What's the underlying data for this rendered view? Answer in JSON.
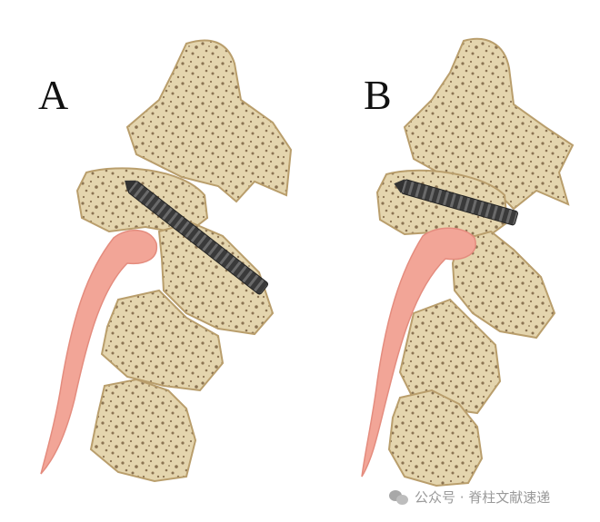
{
  "panels": [
    {
      "label": "A"
    },
    {
      "label": "B"
    }
  ],
  "watermark": {
    "icon": "wechat-icon",
    "text": "公众号 · 脊柱文献速递"
  },
  "colors": {
    "bone": "#e4d5ae",
    "bone_outline": "#b99e6c",
    "speckle": "#8b7352",
    "cord": "#f2a597",
    "screw": "#3a3a3a"
  }
}
